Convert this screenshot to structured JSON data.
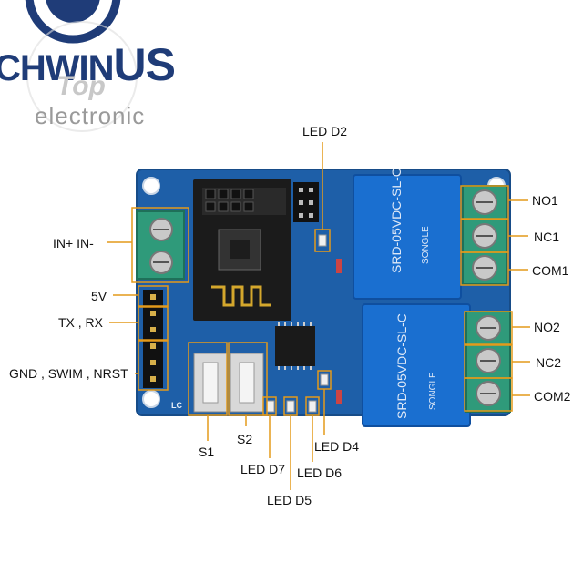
{
  "brand": {
    "name_prefix": "CHWIN",
    "name_suffix": "US",
    "tagline": "electronic",
    "watermark": "Top"
  },
  "labels": {
    "led_d2": "LED D2",
    "in_pins": "IN+ IN-",
    "no1": "NO1",
    "nc1": "NC1",
    "com1": "COM1",
    "pin_5v": "5V",
    "tx_rx": "TX , RX",
    "gnd_swim_nrst": "GND , SWIM , NRST",
    "no2": "NO2",
    "nc2": "NC2",
    "com2": "COM2",
    "s1": "S1",
    "s2": "S2",
    "led_d7": "LED D7",
    "led_d5": "LED D5",
    "led_d6": "LED D6",
    "led_d4": "LED D4"
  },
  "colors": {
    "pcb": "#1e5fa8",
    "relay": "#1a6fd0",
    "terminal": "#2f9a7a",
    "callout": "#e49a1a",
    "brand": "#1f3c78"
  }
}
